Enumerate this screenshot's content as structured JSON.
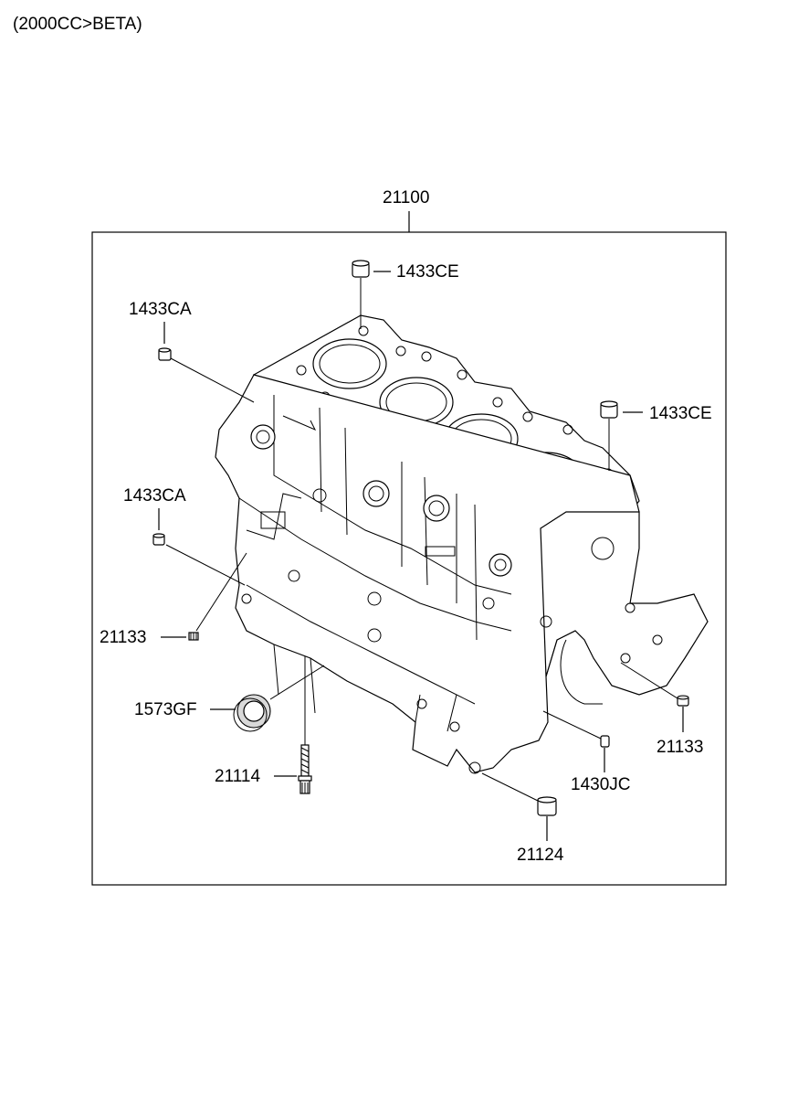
{
  "header": {
    "title": "(2000CC>BETA)"
  },
  "labels": {
    "assembly": "21100",
    "dowel_top": "1433CE",
    "dowel_right": "1433CE",
    "pin_upper_left": "1433CA",
    "pin_mid_left": "1433CA",
    "plug_left": "21133",
    "seal": "1573GF",
    "bolt": "21114",
    "plug_right": "21133",
    "pin_right": "1430JC",
    "bushing": "21124"
  }
}
